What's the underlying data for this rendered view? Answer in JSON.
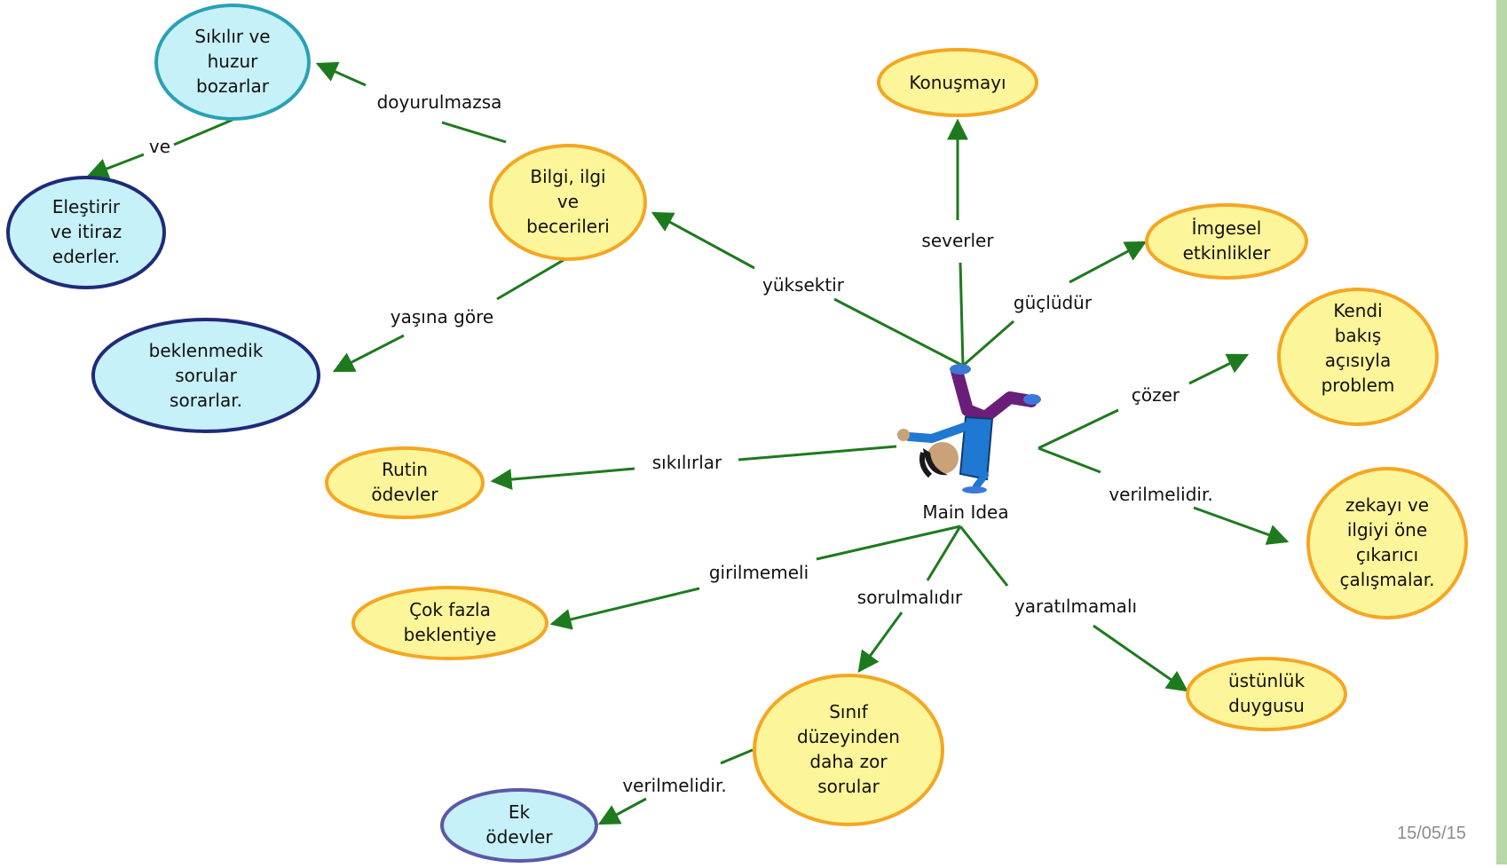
{
  "diagram": {
    "central": {
      "label": "Main Idea"
    },
    "nodes": {
      "sikilir": [
        "Sıkılır ve",
        "huzur",
        "bozarlar"
      ],
      "elestirir": [
        "Eleştirir",
        "ve itiraz",
        "ederler."
      ],
      "bilgi": [
        "Bilgi, ilgi",
        "ve",
        "becerileri"
      ],
      "beklenmedik": [
        "beklenmedik",
        "sorular",
        "sorarlar."
      ],
      "rutin": [
        "Rutin",
        "ödevler"
      ],
      "konusmayi": [
        "Konuşmayı"
      ],
      "imgesel": [
        "İmgesel",
        "etkinlikler"
      ],
      "kendi": [
        "Kendi",
        "bakış",
        "açısıyla",
        "problem"
      ],
      "zekayi": [
        "zekayı ve",
        "ilgiyi öne",
        "çıkarıcı",
        "çalışmalar."
      ],
      "cokfazla": [
        "Çok fazla",
        "beklentiye"
      ],
      "sinif": [
        "Sınıf",
        "düzeyinden",
        "daha zor",
        "sorular"
      ],
      "ustunluk": [
        "üstünlük",
        "duygusu"
      ],
      "ek": [
        "Ek",
        "ödevler"
      ]
    },
    "edges": {
      "doyurulmazsa": "doyurulmazsa",
      "ve": "ve",
      "yuksektir": "yüksektir",
      "yasina": "yaşına göre",
      "severler": "severler",
      "gucludur": "güçlüdür",
      "cozer": "çözer",
      "verilmelidir_right": "verilmelidir.",
      "sikilirlar": "sıkılırlar",
      "girilmemeli": "girilmemeli",
      "sorulmalidir": "sorulmalıdır",
      "yaratilmamali": "yaratılmamalı",
      "verilmelidir_bottom": "verilmelidir."
    }
  },
  "footer": {
    "date": "15/05/15"
  },
  "colors": {
    "yellow_fill": "#fdf59a",
    "yellow_stroke": "#f5a623",
    "blue_fill": "#c6f1f8",
    "cyan_stroke": "#2aa0b6",
    "navy_stroke": "#1f2a7a",
    "purple_stroke": "#5a59a8",
    "arrow": "#1e7a1e",
    "right_bar": "#b7d9a8"
  }
}
